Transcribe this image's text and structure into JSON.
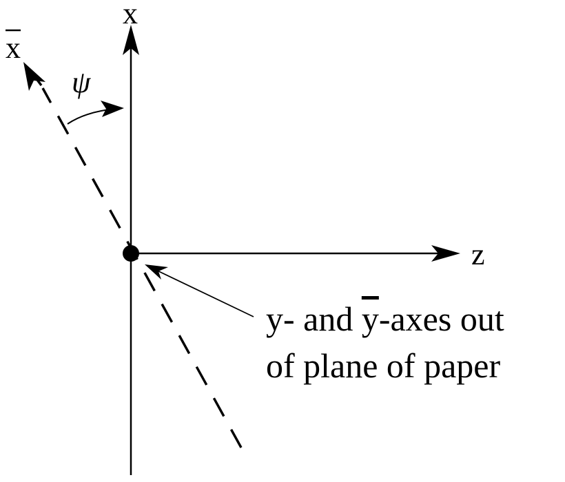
{
  "labels": {
    "x_axis": "x",
    "xbar_axis": "x",
    "z_axis": "z",
    "angle": "ψ",
    "note_line1_pre": "y- and ",
    "note_line1_bar": "y",
    "note_line1_post": "-axes out",
    "note_line2": "of plane of paper"
  },
  "colors": {
    "ink": "#000000",
    "background": "#ffffff"
  }
}
